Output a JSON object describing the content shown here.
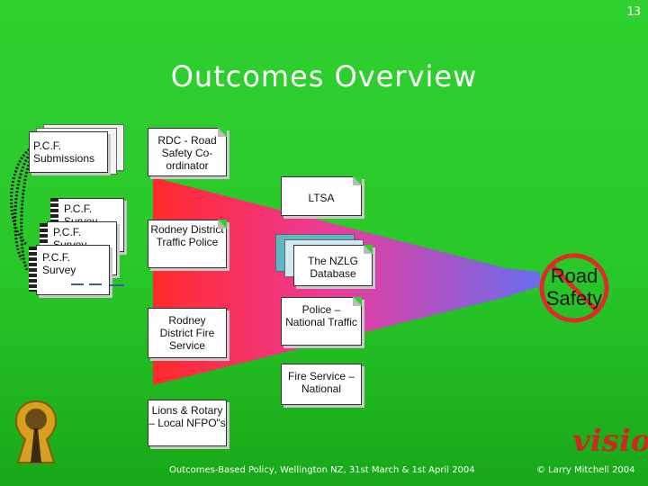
{
  "slide": {
    "number": "13",
    "title": "Outcomes Overview",
    "footer": "Outcomes-Based Policy, Wellington NZ, 31st March & 1st April 2004",
    "copyright": "© Larry Mitchell 2004"
  },
  "inputs": {
    "submissions": "P.C.F. Submissions",
    "survey_1": "P.C.F. Survey",
    "survey_2": "P.C.F. Survey",
    "survey_3": "P.C.F. Survey"
  },
  "agencies": {
    "rdc": "RDC - Road Safety Co-ordinator",
    "police": "Rodney District Traffic Police",
    "fire": "Rodney District Fire Service",
    "lions": "Lions & Rotary – Local NFPO\"s"
  },
  "national": {
    "ltsa": "LTSA",
    "database": "The NZLG Database",
    "police": "Police – National Traffic",
    "fire": "Fire Service – National"
  },
  "outcome": {
    "label": "Road Safety",
    "ring_color": "#e02a2a"
  },
  "logo": {
    "text": "vision"
  },
  "colors": {
    "background": "#2fd12f",
    "funnel_left": "#ff2a2a",
    "funnel_right": "#6a6dee"
  }
}
